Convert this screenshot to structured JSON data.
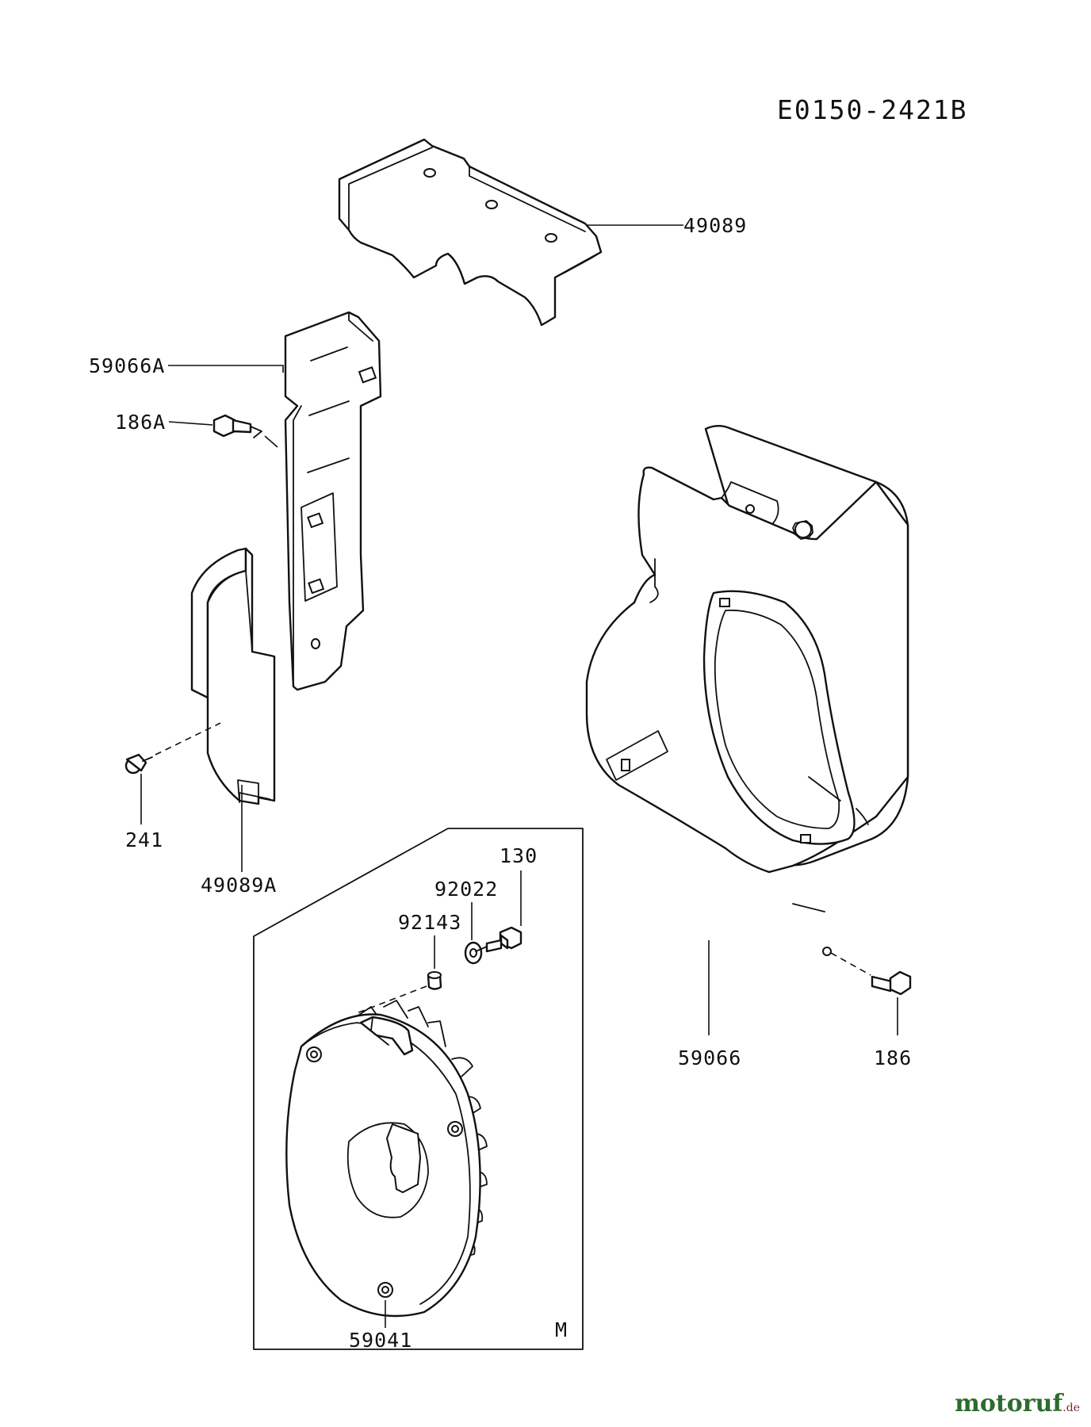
{
  "diagram_code": "E0150-2421B",
  "callouts": {
    "p49089": "49089",
    "p59066A": "59066A",
    "p186A": "186A",
    "p241": "241",
    "p49089A": "49089A",
    "p130": "130",
    "p92022": "92022",
    "p92143": "92143",
    "p59041": "59041",
    "pM": "M",
    "p59066": "59066",
    "p186": "186"
  },
  "watermark": {
    "brand": "motoruf",
    "tld": ".de"
  },
  "colors": {
    "line": "#111111",
    "background": "#ffffff",
    "watermark": "#2e6b2e"
  }
}
